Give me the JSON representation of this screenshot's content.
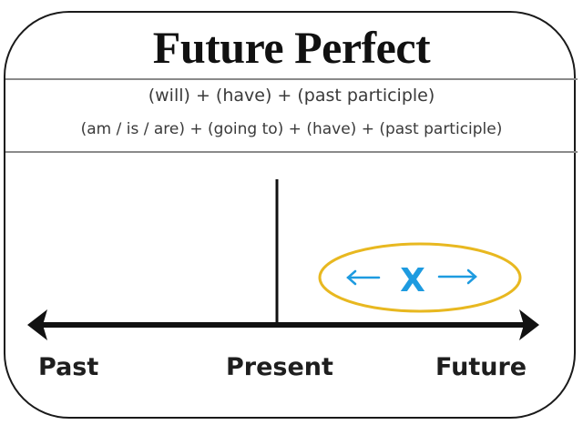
{
  "title": "Future Perfect",
  "formulas": [
    "(will) + (have) + (past participle)",
    "(am / is / are) + (going to) + (have) + (past participle)"
  ],
  "timeline": {
    "labels": {
      "past": "Past",
      "present": "Present",
      "future": "Future"
    },
    "event_marker": "X",
    "colors": {
      "axis": "#111111",
      "marker": "#1e9be0",
      "ellipse": "#e8b820"
    }
  }
}
